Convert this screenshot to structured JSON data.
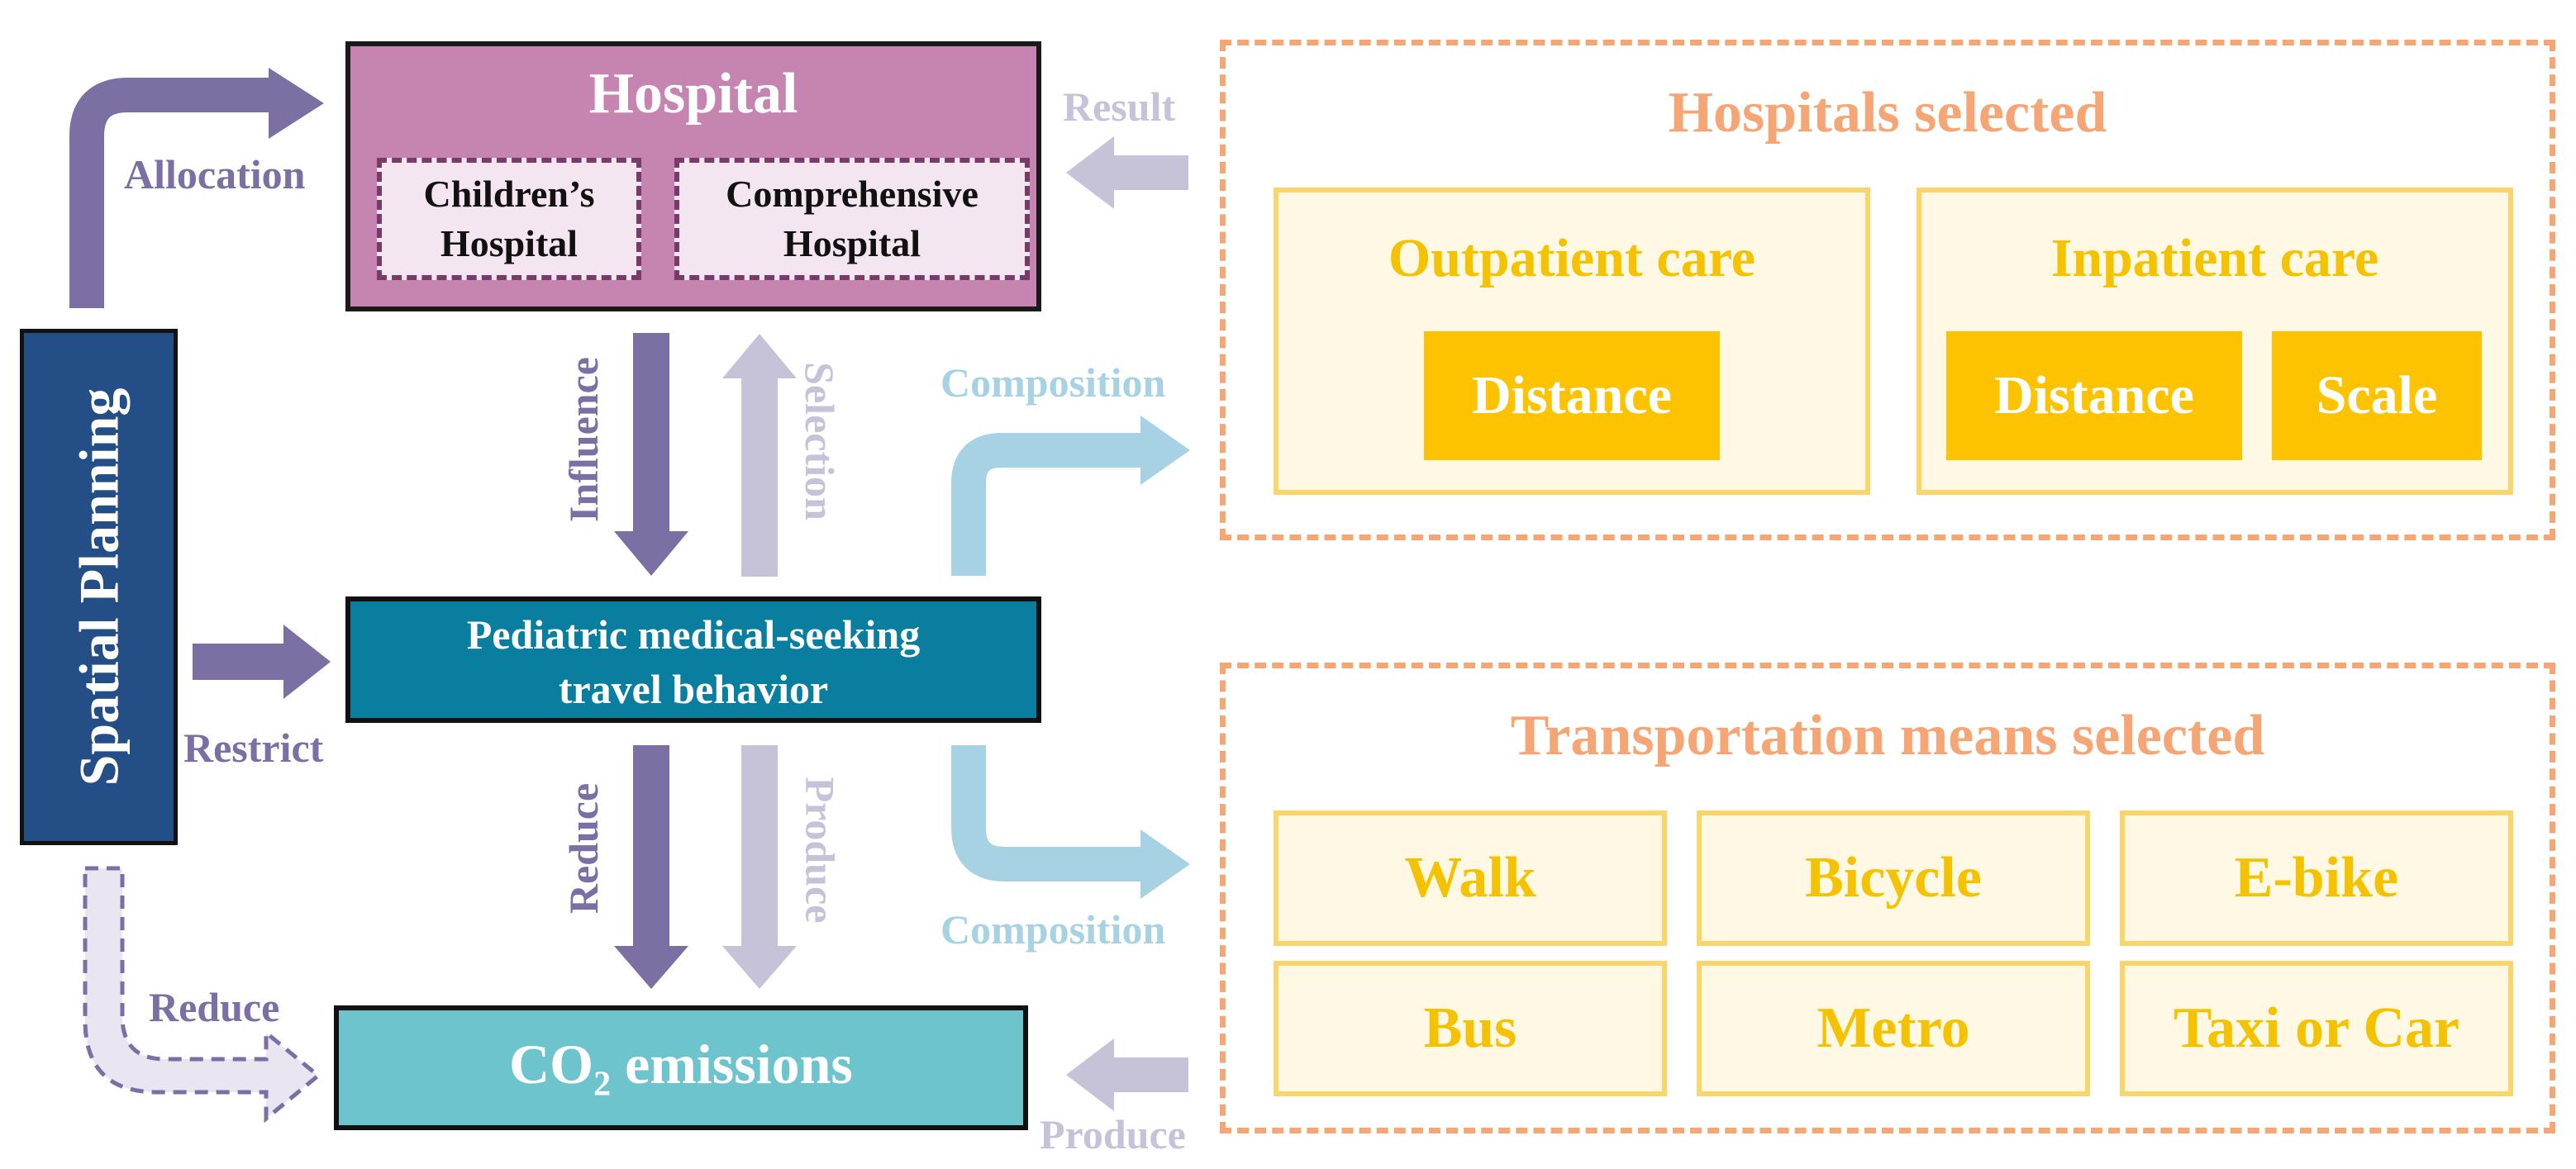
{
  "colors": {
    "purple_dark": "#7b6fa3",
    "purple_light": "#c6c2d8",
    "blue_light": "#a6d2e4",
    "hospital_fill": "#c585b0",
    "hospital_border": "#1a1a1a",
    "sub_fill": "#f4e6f0",
    "sub_border": "#7a3a68",
    "spatial_fill": "#234f86",
    "behavior_fill": "#0a7e9e",
    "co2_fill": "#6ec4cd",
    "orange": "#f6a574",
    "yellow_text": "#f5c200",
    "yellow_box_fill": "#fef8e4",
    "yellow_box_border": "#fad66a",
    "yellow_solid": "#fdc300",
    "dashed_arrow_fill": "#e9e6f1"
  },
  "icons": [
    "arrow-right-icon",
    "arrow-left-icon",
    "arrow-down-icon",
    "arrow-up-icon"
  ],
  "spatial_planning": "Spatial Planning",
  "hospital": {
    "title": "Hospital",
    "childrens": "Children’s Hospital",
    "comprehensive": "Comprehensive Hospital"
  },
  "behavior": {
    "line1": "Pediatric medical-seeking",
    "line2": "travel behavior"
  },
  "co2": {
    "prefix": "CO",
    "sub": "2",
    "suffix": " emissions"
  },
  "labels": {
    "allocation": "Allocation",
    "restrict": "Restrict",
    "reduce_left": "Reduce",
    "influence": "Influence",
    "selection": "Selection",
    "reduce_mid": "Reduce",
    "produce_mid": "Produce",
    "result": "Result",
    "composition_top": "Composition",
    "composition_bottom": "Composition",
    "produce_bottom": "Produce"
  },
  "hospitals_selected": {
    "title": "Hospitals selected",
    "outpatient": {
      "title": "Outpatient care",
      "items": [
        "Distance"
      ]
    },
    "inpatient": {
      "title": "Inpatient care",
      "items": [
        "Distance",
        "Scale"
      ]
    }
  },
  "transport_selected": {
    "title": "Transportation means selected",
    "modes": [
      "Walk",
      "Bicycle",
      "E-bike",
      "Bus",
      "Metro",
      "Taxi or Car"
    ]
  }
}
